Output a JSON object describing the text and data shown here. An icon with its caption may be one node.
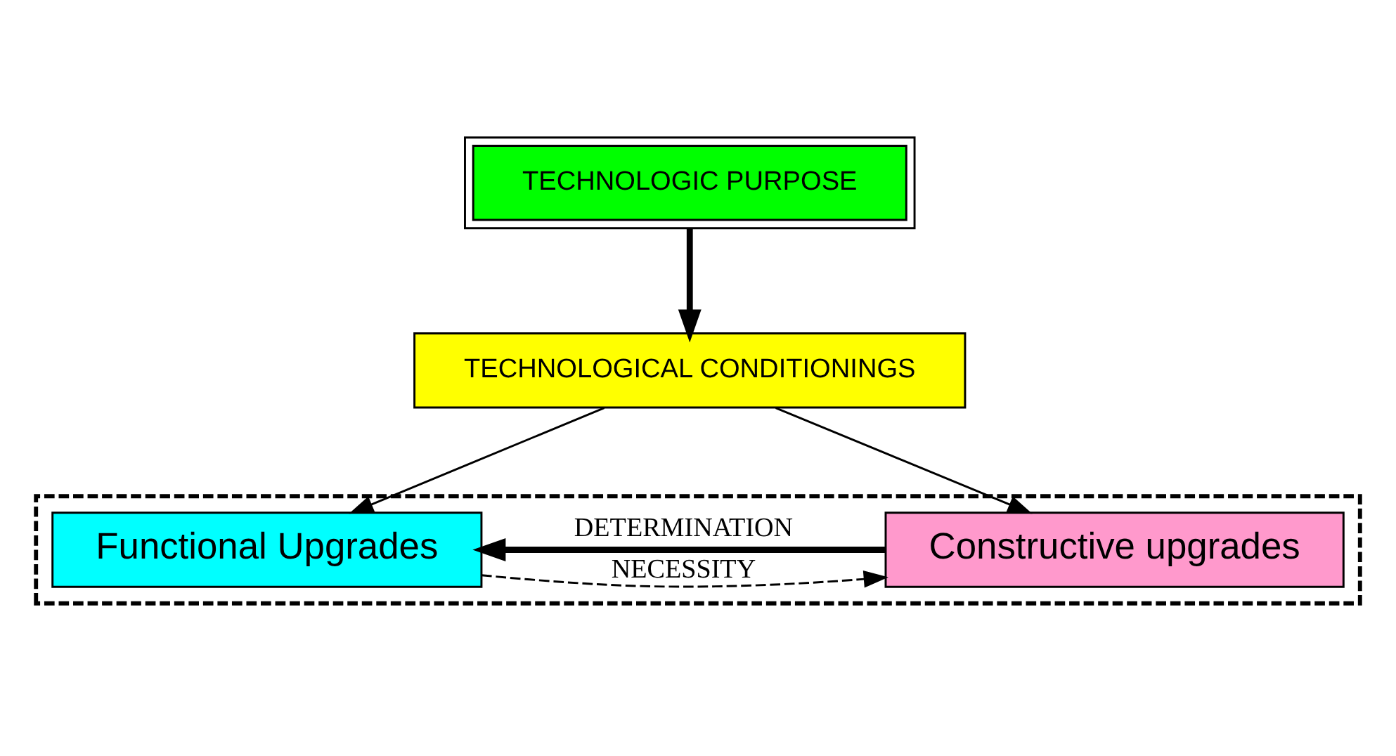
{
  "diagram": {
    "nodes": [
      {
        "text": [
          "TECHNOLOGIC PURPOSE"
        ]
      },
      {
        "text": [
          "TECHNOLOGICAL CONDITIONINGS"
        ]
      },
      {
        "text": [],
        "shape": "box"
      },
      {
        "text": [
          "Functional Upgrades"
        ],
        "in": 2
      },
      {
        "text": [
          "Constructive upgrades"
        ],
        "in": 2
      }
    ],
    "edges": [
      {
        "from": 0,
        "to": 1,
        "arrow": "to",
        "style": "thick"
      },
      {
        "from": 1,
        "to": 3,
        "arrow": "to"
      },
      {
        "from": 1,
        "to": 4,
        "arrow": "to"
      },
      {
        "from": 3,
        "to": 4,
        "arrow": "to",
        "label": "NECESSITY",
        "style": "dashed"
      },
      {
        "from": 4,
        "to": 3,
        "arrow": "to",
        "label": "DETERMINATION",
        "style": "thick"
      }
    ]
  }
}
